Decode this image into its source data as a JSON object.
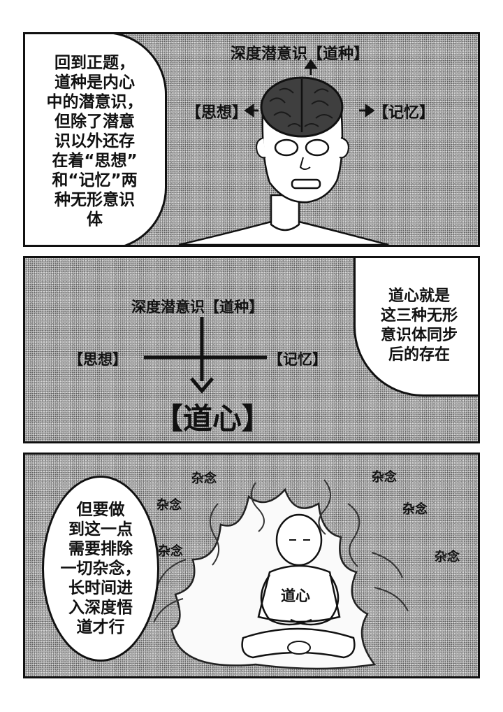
{
  "panel1": {
    "bubble_text": "回到正题，\n道种是内心\n中的潜意识，\n但除了潜意\n识以外还存\n在着“思想”\n和“记忆”两\n种无形意识\n体",
    "label_top": "深度潜意识【道种】",
    "label_left": "【思想】",
    "label_right": "【记忆】"
  },
  "panel2": {
    "label_top": "深度潜意识【道种】",
    "label_left": "【思想】",
    "label_right": "【记忆】",
    "label_result": "【道心】",
    "bubble_text": "道心就是\n这三种无形\n意识体同步\n后的存在"
  },
  "panel3": {
    "bubble_text": "但要做\n到这一点\n需要排除\n一切杂念，\n长时间进\n入深度悟\n道才行",
    "chest_label": "道心",
    "distractions": [
      "杂念",
      "杂念",
      "杂念",
      "杂念",
      "杂念",
      "杂念"
    ]
  }
}
